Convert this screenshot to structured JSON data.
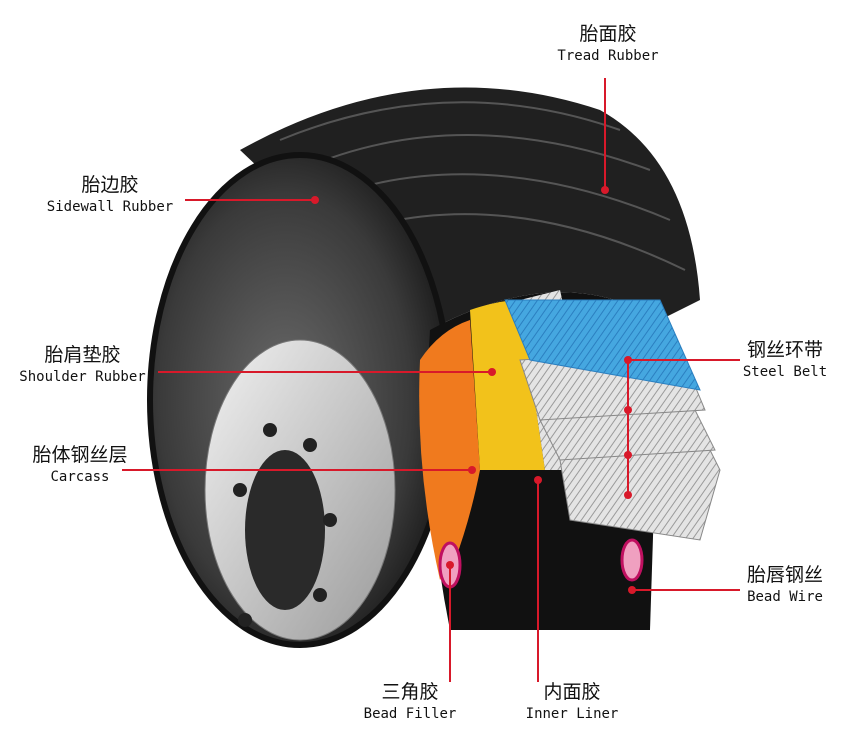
{
  "title": "Tire structure diagram",
  "colors": {
    "line": "#d8192a",
    "tire": "#1b1b1b",
    "belt": "#3a9bd6",
    "shoulder": "#f2c21b",
    "carcass": "#f07a1e"
  },
  "labels": {
    "tread": {
      "zh": "胎面胶",
      "en": "Tread Rubber"
    },
    "sidewall": {
      "zh": "胎边胶",
      "en": "Sidewall Rubber"
    },
    "shoulder": {
      "zh": "胎肩垫胶",
      "en": "Shoulder Rubber"
    },
    "carcass": {
      "zh": "胎体钢丝层",
      "en": "Carcass"
    },
    "steel_belt": {
      "zh": "钢丝环带",
      "en": "Steel Belt"
    },
    "bead_wire": {
      "zh": "胎唇钢丝",
      "en": "Bead Wire"
    },
    "bead_filler": {
      "zh": "三角胶",
      "en": "Bead Filler"
    },
    "inner_liner": {
      "zh": "内面胶",
      "en": "Inner Liner"
    }
  }
}
